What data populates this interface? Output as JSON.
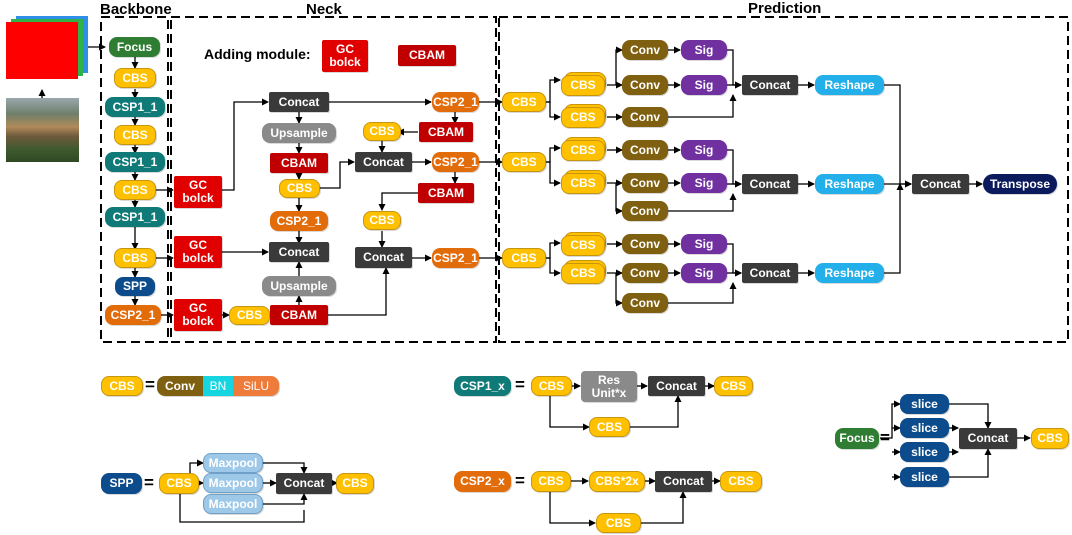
{
  "sections": {
    "backbone": "Backbone",
    "neck": "Neck",
    "prediction": "Prediction"
  },
  "adding_module_label": "Adding module:",
  "blocks": {
    "focus": "Focus",
    "cbs": "CBS",
    "csp1_1": "CSP1_1",
    "spp": "SPP",
    "csp2_1": "CSP2_1",
    "gc": "GC\nbolck",
    "cbam": "CBAM",
    "concat": "Concat",
    "upsample": "Upsample",
    "conv": "Conv",
    "sig": "Sig",
    "reshape": "Reshape",
    "transpose": "Transpose"
  },
  "legend": {
    "eq": "=",
    "cbs": {
      "name": "CBS",
      "parts": [
        "Conv",
        "BN",
        "SiLU"
      ]
    },
    "csp1": {
      "name": "CSP1_x",
      "res_unit": "Res\nUnit*x",
      "cbs": "CBS",
      "concat": "Concat"
    },
    "spp": {
      "name": "SPP",
      "maxpool": "Maxpool",
      "cbs": "CBS",
      "concat": "Concat"
    },
    "csp2": {
      "name": "CSP2_x",
      "cbs": "CBS",
      "cbs2x": "CBS*2x",
      "concat": "Concat"
    },
    "focus": {
      "name": "Focus",
      "slice": "slice",
      "concat": "Concat",
      "cbs": "CBS"
    }
  },
  "colors": {
    "cbs": "#ffc000",
    "csp1": "#0f7a77",
    "csp2": "#e36c0a",
    "focus": "#2e7d32",
    "spp": "#0d4c8c",
    "gc": "#e00000",
    "cbam": "#c00000",
    "concat": "#3a3a3a",
    "upsample": "#8a8a8a",
    "conv": "#7f5f10",
    "sig": "#7030a0",
    "reshape": "#23b0ea",
    "transpose": "#0a1a5c",
    "bn": "#16d4e0",
    "silu": "#ef7b3a",
    "maxpool": "#9ec8e8"
  },
  "icons": [
    "rgb-input-stack-icon",
    "input-photo-thumbnail"
  ]
}
